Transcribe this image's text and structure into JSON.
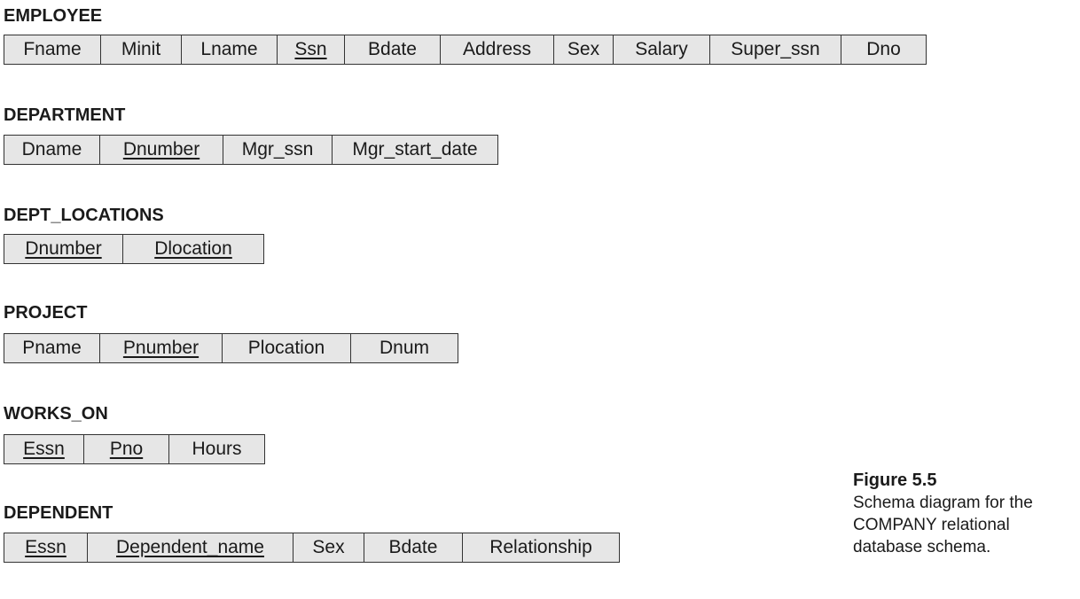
{
  "relations": [
    {
      "name": "EMPLOYEE",
      "attributes": [
        {
          "label": "Fname",
          "key": false
        },
        {
          "label": "Minit",
          "key": false
        },
        {
          "label": "Lname",
          "key": false
        },
        {
          "label": "Ssn",
          "key": true
        },
        {
          "label": "Bdate",
          "key": false
        },
        {
          "label": "Address",
          "key": false
        },
        {
          "label": "Sex",
          "key": false
        },
        {
          "label": "Salary",
          "key": false
        },
        {
          "label": "Super_ssn",
          "key": false
        },
        {
          "label": "Dno",
          "key": false
        }
      ]
    },
    {
      "name": "DEPARTMENT",
      "attributes": [
        {
          "label": "Dname",
          "key": false
        },
        {
          "label": "Dnumber",
          "key": true
        },
        {
          "label": "Mgr_ssn",
          "key": false
        },
        {
          "label": "Mgr_start_date",
          "key": false
        }
      ]
    },
    {
      "name": "DEPT_LOCATIONS",
      "attributes": [
        {
          "label": "Dnumber",
          "key": true
        },
        {
          "label": "Dlocation",
          "key": true
        }
      ]
    },
    {
      "name": "PROJECT",
      "attributes": [
        {
          "label": "Pname",
          "key": false
        },
        {
          "label": "Pnumber",
          "key": true
        },
        {
          "label": "Plocation",
          "key": false
        },
        {
          "label": "Dnum",
          "key": false
        }
      ]
    },
    {
      "name": "WORKS_ON",
      "attributes": [
        {
          "label": "Essn",
          "key": true
        },
        {
          "label": "Pno",
          "key": true
        },
        {
          "label": "Hours",
          "key": false
        }
      ]
    },
    {
      "name": "DEPENDENT",
      "attributes": [
        {
          "label": "Essn",
          "key": true
        },
        {
          "label": "Dependent_name",
          "key": true
        },
        {
          "label": "Sex",
          "key": false
        },
        {
          "label": "Bdate",
          "key": false
        },
        {
          "label": "Relationship",
          "key": false
        }
      ]
    }
  ],
  "caption": {
    "title": "Figure 5.5",
    "text": "Schema diagram for the COMPANY relational database schema."
  },
  "colors": {
    "cell_fill": "#e6e6e6",
    "border": "#333333",
    "text": "#1a1a1a"
  }
}
